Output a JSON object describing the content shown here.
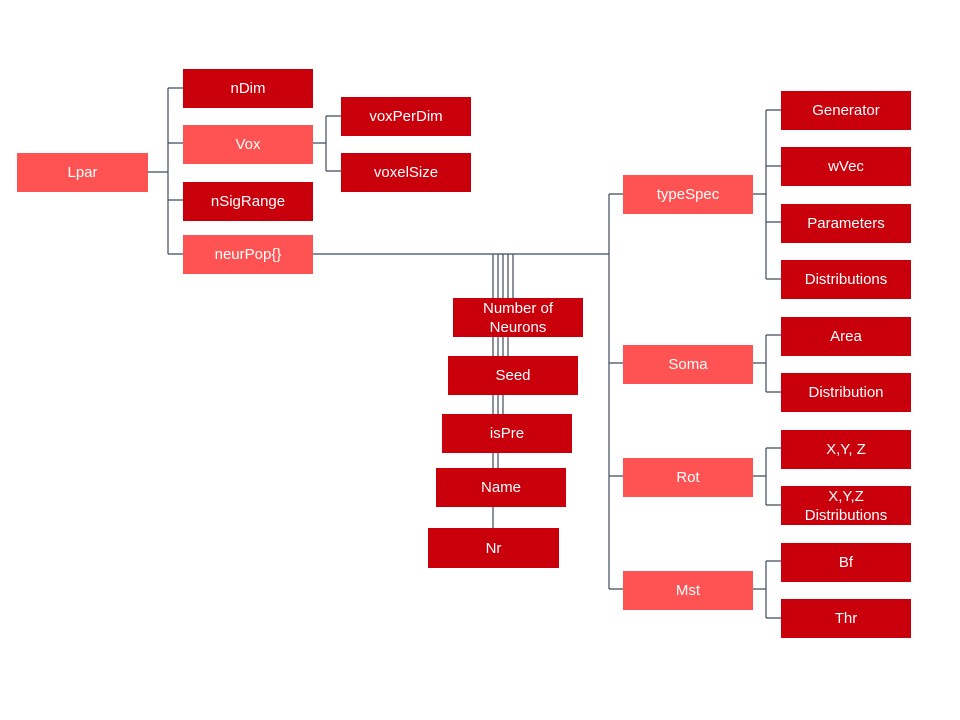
{
  "colors": {
    "dark_node": "#c9000b",
    "light_node": "#ff5252",
    "connector": "#3f4b5b"
  },
  "nodes": {
    "lpar": "Lpar",
    "ndim": "nDim",
    "vox": "Vox",
    "voxperdim": "voxPerDim",
    "voxelsize": "voxelSize",
    "nsigrange": "nSigRange",
    "neurpop": "neurPop{}",
    "number_of_neurons": "Number of Neurons",
    "seed": "Seed",
    "ispre": "isPre",
    "name": "Name",
    "nr": "Nr",
    "typespec": "typeSpec",
    "generator": "Generator",
    "wvec": "wVec",
    "parameters": "Parameters",
    "distributions": "Distributions",
    "soma": "Soma",
    "area": "Area",
    "distribution": "Distribution",
    "rot": "Rot",
    "xyz": "X,Y, Z",
    "xyz_distributions": "X,Y,Z Distributions",
    "mst": "Mst",
    "bf": "Bf",
    "thr": "Thr"
  }
}
